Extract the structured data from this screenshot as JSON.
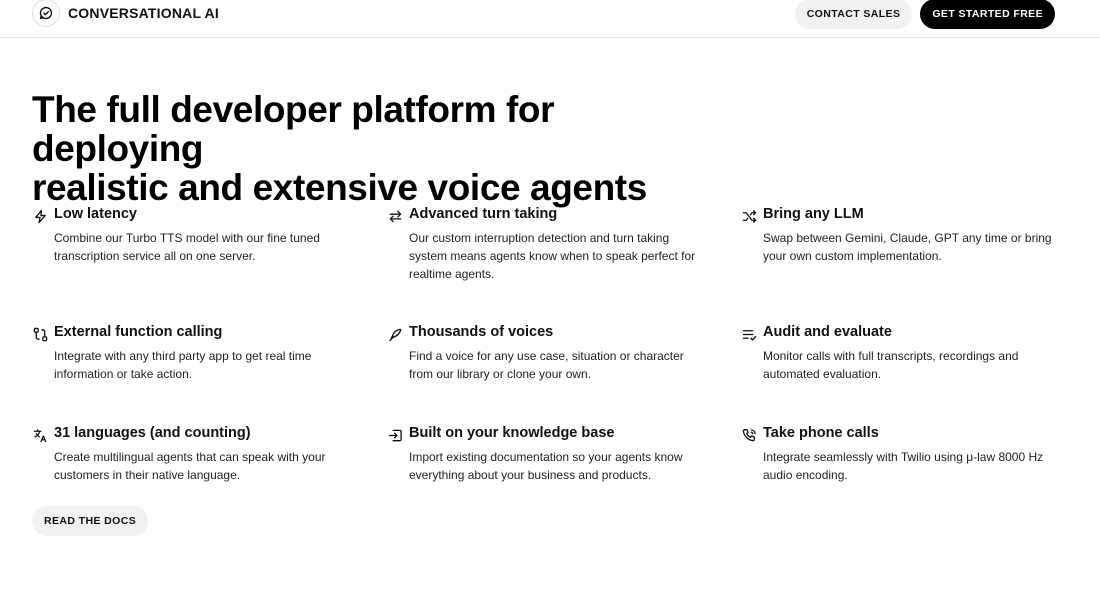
{
  "header": {
    "brand_name": "CONVERSATIONAL AI",
    "brand_icon": "chat-check-icon",
    "contact_label": "CONTACT SALES",
    "get_started_label": "GET STARTED FREE"
  },
  "hero": {
    "headline_line1": "The full developer platform for deploying",
    "headline_line2": "realistic and extensive voice agents"
  },
  "features": [
    {
      "icon": "lightning-icon",
      "title": "Low latency",
      "description": "Combine our Turbo TTS model with our fine tuned transcription service all on one server."
    },
    {
      "icon": "swap-arrows-icon",
      "title": "Advanced turn taking",
      "description": "Our custom interruption detection and turn taking system means agents know when to speak perfect for realtime agents."
    },
    {
      "icon": "shuffle-icon",
      "title": "Bring any LLM",
      "description": "Swap between Gemini, Claude, GPT any time or bring your own custom implementation."
    },
    {
      "icon": "route-icon",
      "title": "External function calling",
      "description": "Integrate with any third party app to get real time information or take action."
    },
    {
      "icon": "feather-pen-icon",
      "title": "Thousands of voices",
      "description": "Find a voice for any use case, situation or character from our library or clone your own."
    },
    {
      "icon": "list-check-icon",
      "title": "Audit and evaluate",
      "description": "Monitor calls with full transcripts, recordings and automated evaluation."
    },
    {
      "icon": "translate-icon",
      "title": "31 languages (and counting)",
      "description": "Create multilingual agents that can speak with your customers in their native language."
    },
    {
      "icon": "import-icon",
      "title": "Built on your knowledge base",
      "description": "Import existing documentation so your agents know everything about your business and products."
    },
    {
      "icon": "phone-call-icon",
      "title": "Take phone calls",
      "description": "Integrate seamlessly with Twilio using μ-law 8000 Hz audio encoding."
    }
  ],
  "docs_button_label": "READ THE DOCS"
}
